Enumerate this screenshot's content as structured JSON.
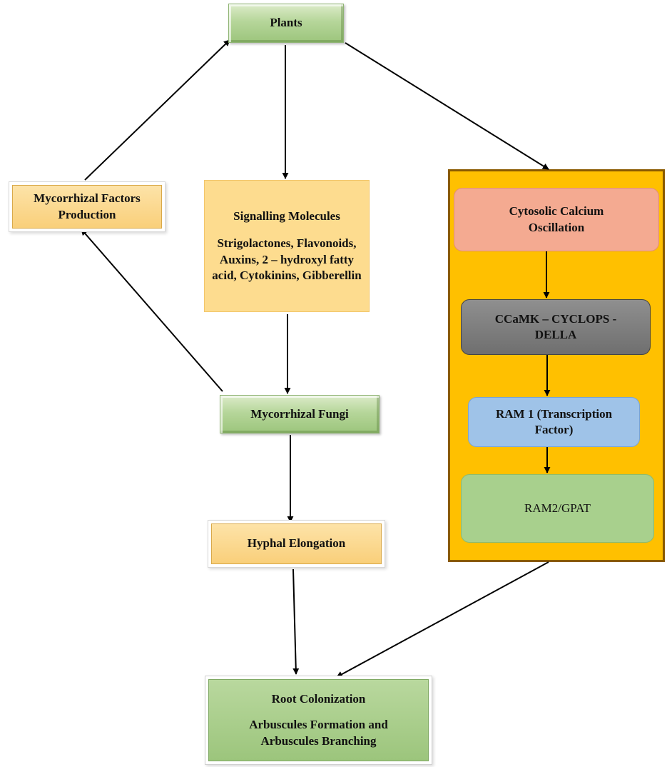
{
  "nodes": {
    "plants": "Plants",
    "mycorrhizal_factors": "Mycorrhizal Factors Production",
    "signalling_title": "Signalling Molecules",
    "signalling_list": "Strigolactones, Flavonoids, Auxins, 2 – hydroxyl fatty acid, Cytokinins, Gibberellin",
    "mycorrhizal_fungi": "Mycorrhizal Fungi",
    "hyphal_elongation": "Hyphal Elongation",
    "root_colonization": "Root Colonization",
    "arbuscules": "Arbuscules Formation and Arbuscules Branching",
    "cytosolic": "Cytosolic Calcium Oscillation",
    "ccamk": "CCaMK – CYCLOPS - DELLA",
    "ram1": "RAM 1 (Transcription Factor)",
    "ram2": "RAM2/GPAT"
  },
  "edges": [
    {
      "from": "plants",
      "to": "signalling-molecules"
    },
    {
      "from": "plants",
      "to": "calcium-pathway-panel"
    },
    {
      "from": "mycorrhizal-factors-production",
      "to": "plants"
    },
    {
      "from": "mycorrhizal-fungi",
      "to": "mycorrhizal-factors-production"
    },
    {
      "from": "signalling-molecules",
      "to": "mycorrhizal-fungi"
    },
    {
      "from": "mycorrhizal-fungi",
      "to": "hyphal-elongation"
    },
    {
      "from": "hyphal-elongation",
      "to": "root-colonization"
    },
    {
      "from": "calcium-pathway-panel",
      "to": "root-colonization"
    },
    {
      "from": "cytosolic-calcium-oscillation",
      "to": "ccamk-cyclops-della"
    },
    {
      "from": "ccamk-cyclops-della",
      "to": "ram1-transcription-factor"
    },
    {
      "from": "ram1-transcription-factor",
      "to": "ram2-gpat"
    }
  ]
}
